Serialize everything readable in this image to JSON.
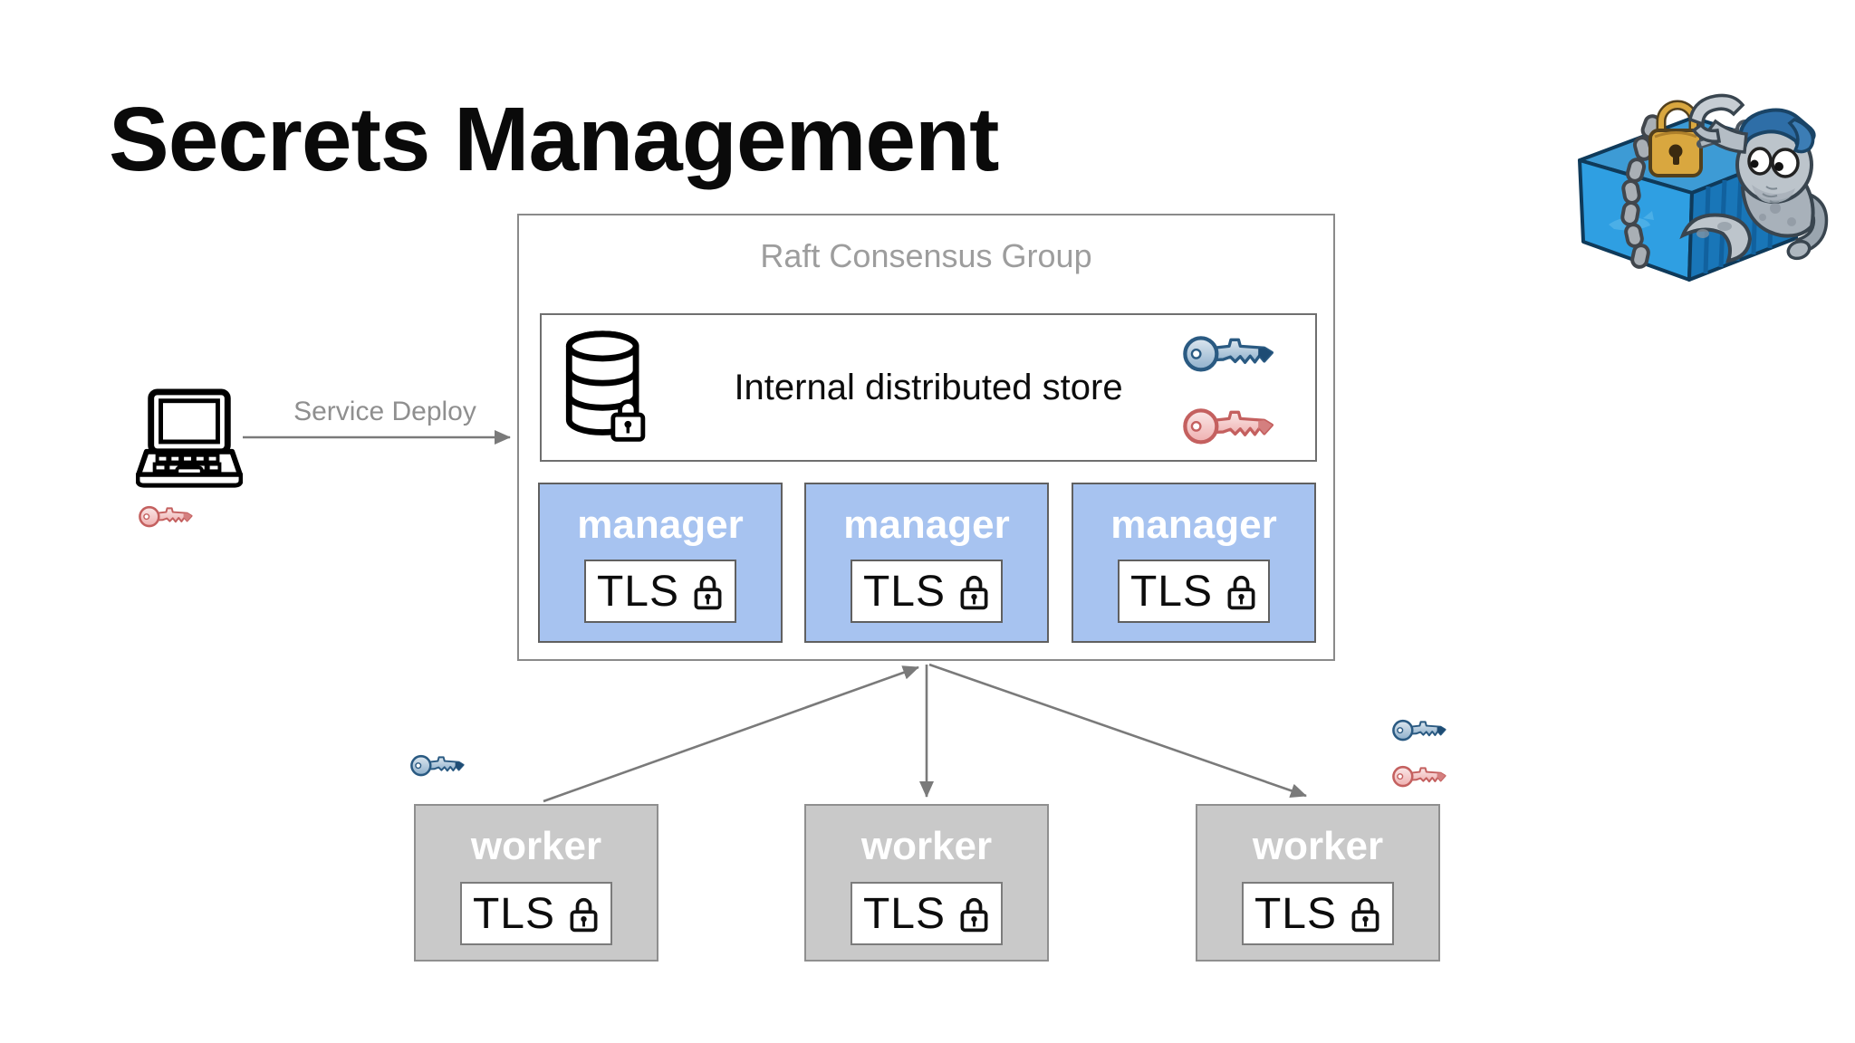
{
  "slide": {
    "title": "Secrets Management"
  },
  "client": {
    "icon": "laptop-icon",
    "arrow_label": "Service Deploy",
    "key_icon": "pink-key-icon"
  },
  "raft_group": {
    "title": "Raft Consensus Group",
    "store": {
      "label": "Internal distributed store",
      "icon": "database-lock-icon",
      "key_icons": [
        "blue-key-icon",
        "pink-key-icon"
      ]
    },
    "managers": [
      {
        "label": "manager",
        "tls": "TLS",
        "lock_icon": "padlock-icon"
      },
      {
        "label": "manager",
        "tls": "TLS",
        "lock_icon": "padlock-icon"
      },
      {
        "label": "manager",
        "tls": "TLS",
        "lock_icon": "padlock-icon"
      }
    ]
  },
  "workers": [
    {
      "label": "worker",
      "tls": "TLS",
      "lock_icon": "padlock-icon",
      "key_icons": [
        "blue-key-icon"
      ]
    },
    {
      "label": "worker",
      "tls": "TLS",
      "lock_icon": "padlock-icon",
      "key_icons": []
    },
    {
      "label": "worker",
      "tls": "TLS",
      "lock_icon": "padlock-icon",
      "key_icons": [
        "blue-key-icon",
        "pink-key-icon"
      ]
    }
  ],
  "illustration": {
    "name": "docker-container-padlock-crab"
  },
  "colors": {
    "manager_fill": "#a7c3f0",
    "worker_fill": "#c9c9c9",
    "node_border": "#606060",
    "outer_border": "#8a8a8a",
    "muted_text": "#9a9a9a",
    "arrow": "#7a7a7a",
    "blue_key": "#2a5a82",
    "pink_key": "#c4605f",
    "title_text": "#0a0a0a",
    "container_blue": "#2f9fe2",
    "padlock_gold": "#d9a73f"
  }
}
